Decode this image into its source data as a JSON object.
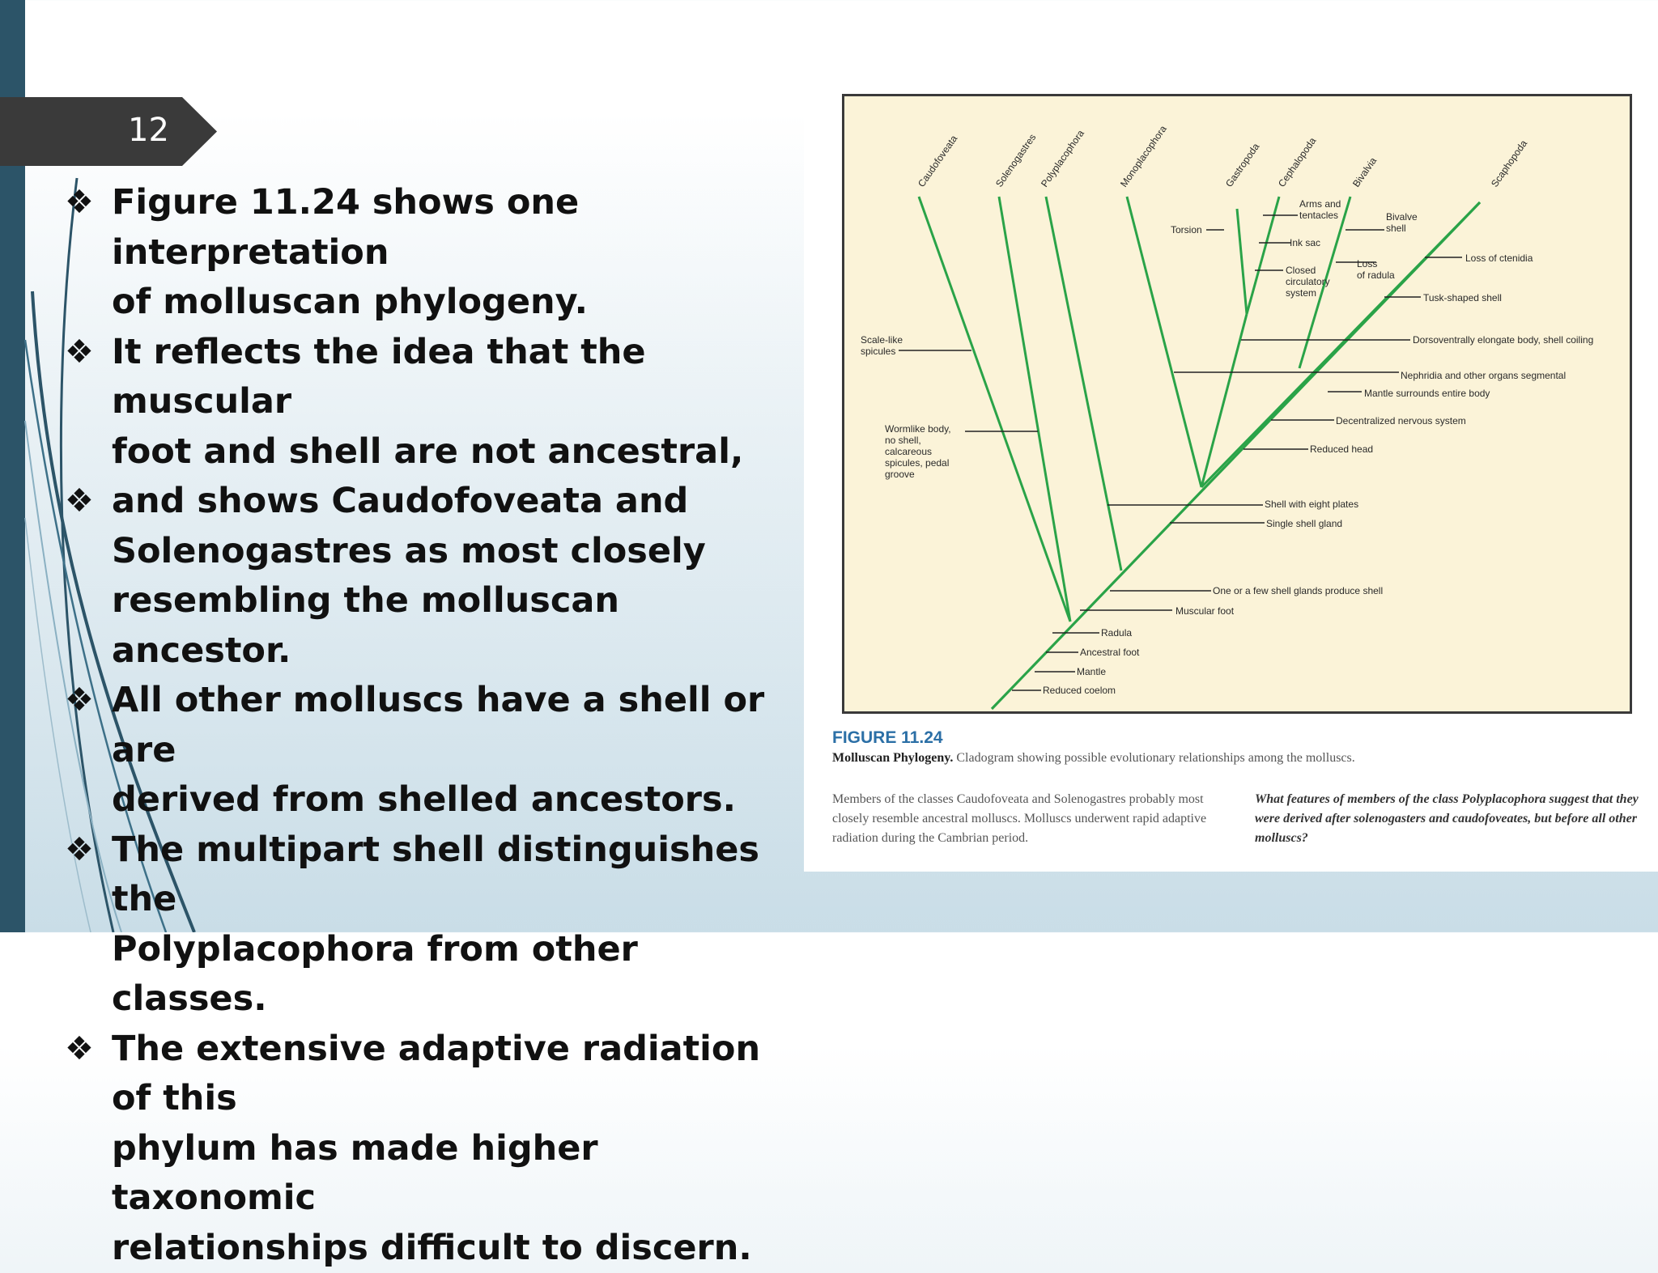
{
  "slide": {
    "number": "12"
  },
  "bullets": [
    {
      "lines": [
        "Figure 11.24 shows one interpretation",
        "of molluscan phylogeny."
      ]
    },
    {
      "lines": [
        " It reflects the idea that the muscular",
        "foot and shell are not ancestral,"
      ]
    },
    {
      "lines": [
        " and shows Caudofoveata and",
        "Solenogastres as most closely",
        "resembling the molluscan ancestor."
      ]
    },
    {
      "lines": [
        "All other molluscs have a shell or are",
        "derived from shelled ancestors."
      ]
    },
    {
      "lines": [
        "The multipart shell distinguishes the",
        "Polyplacophora from other classes."
      ]
    },
    {
      "lines": [
        "The extensive adaptive radiation of this",
        "phylum has made higher taxonomic",
        "relationships difficult to discern."
      ]
    }
  ],
  "bullet_marker": "❖",
  "colors": {
    "line": "#2aa348",
    "panel": "#fbf3d8",
    "accent": "#2b6fa6"
  },
  "cladogram": {
    "taxa": [
      "Caudofoveata",
      "Solenogastres",
      "Polyplacophora",
      "Monoplacophora",
      "Gastropoda",
      "Cephalopoda",
      "Bivalvia",
      "Scaphopoda"
    ],
    "traits": {
      "scales": "Scale-like spicules",
      "worm": "Wormlike body, no shell, calcareous spicules, pedal groove",
      "torsion": "Torsion",
      "arms": "Arms and tentacles",
      "ink": "Ink sac",
      "closed": "Closed circulatory system",
      "bivalve": "Bivalve shell",
      "radulaLoss": "Loss of radula",
      "ctenidia": "Loss of ctenidia",
      "tusk": "Tusk-shaped shell",
      "dorso": "Dorsoventrally elongate body, shell coiling",
      "nephridia": "Nephridia and other organs segmental",
      "mantle": "Mantle surrounds entire body",
      "nervous": "Decentralized nervous system",
      "head": "Reduced head",
      "plates": "Shell with eight plates",
      "gland": "Single shell gland",
      "glands": "One or a few shell glands produce shell",
      "foot": "Muscular foot",
      "radula": "Radula",
      "ancfoot": "Ancestral foot",
      "mantle2": "Mantle",
      "coelom": "Reduced coelom"
    }
  },
  "figure": {
    "label": "FIGURE 11.24",
    "title_bold": "Molluscan Phylogeny.",
    "title_rest": " Cladogram showing possible evolutionary relationships among the molluscs.",
    "body": "Members of the classes Caudofoveata and Solenogastres probably most closely resemble ancestral molluscs. Molluscs underwent rapid adaptive radiation during the Cambrian period.",
    "question": "What features of members of the class Polyplacophora suggest that they were derived after solenogasters and caudofoveates, but before all other molluscs?"
  }
}
